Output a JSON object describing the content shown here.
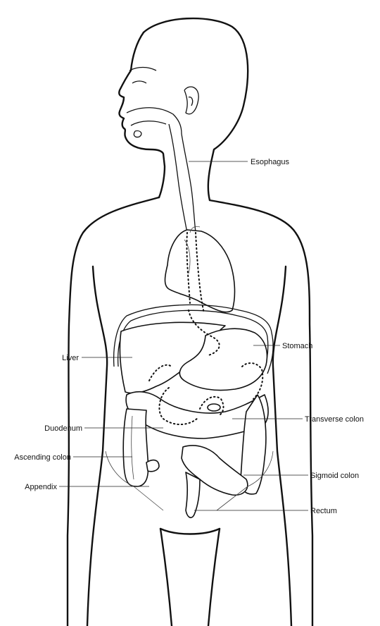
{
  "labels": {
    "esophagus": "Esophagus",
    "liver": "Liver",
    "stomach": "Stomach",
    "duodenum": "Duodenum",
    "transverse_colon": "Transverse colon",
    "ascending_colon": "Ascending colon",
    "sigmoid_colon": "Sigmoid colon",
    "appendix": "Appendix",
    "rectum": "Rectum"
  }
}
